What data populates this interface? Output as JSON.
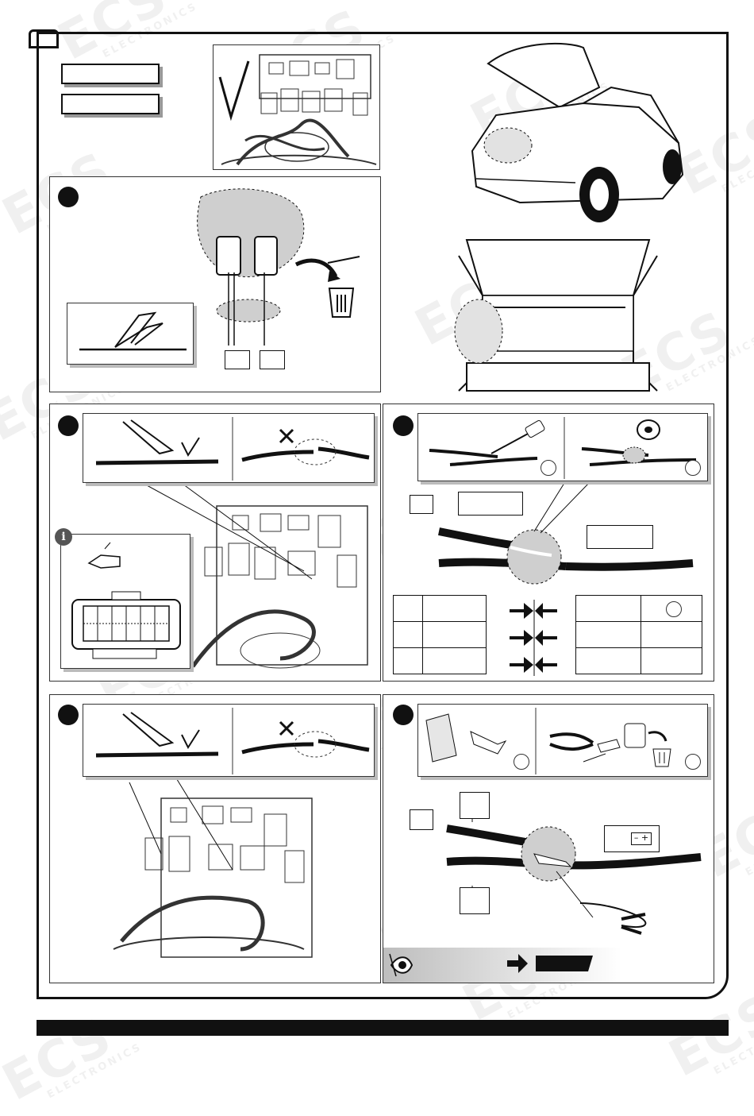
{
  "watermark": {
    "brand": "ECS",
    "sub": "ELECTRONICS"
  },
  "colors": {
    "ink": "#111111",
    "grey_fill": "#c8c8c8",
    "panel_border": "#333333"
  },
  "icons": {
    "info": "i",
    "check": "✓",
    "cross": "✗"
  },
  "battery_symbol": "– +"
}
